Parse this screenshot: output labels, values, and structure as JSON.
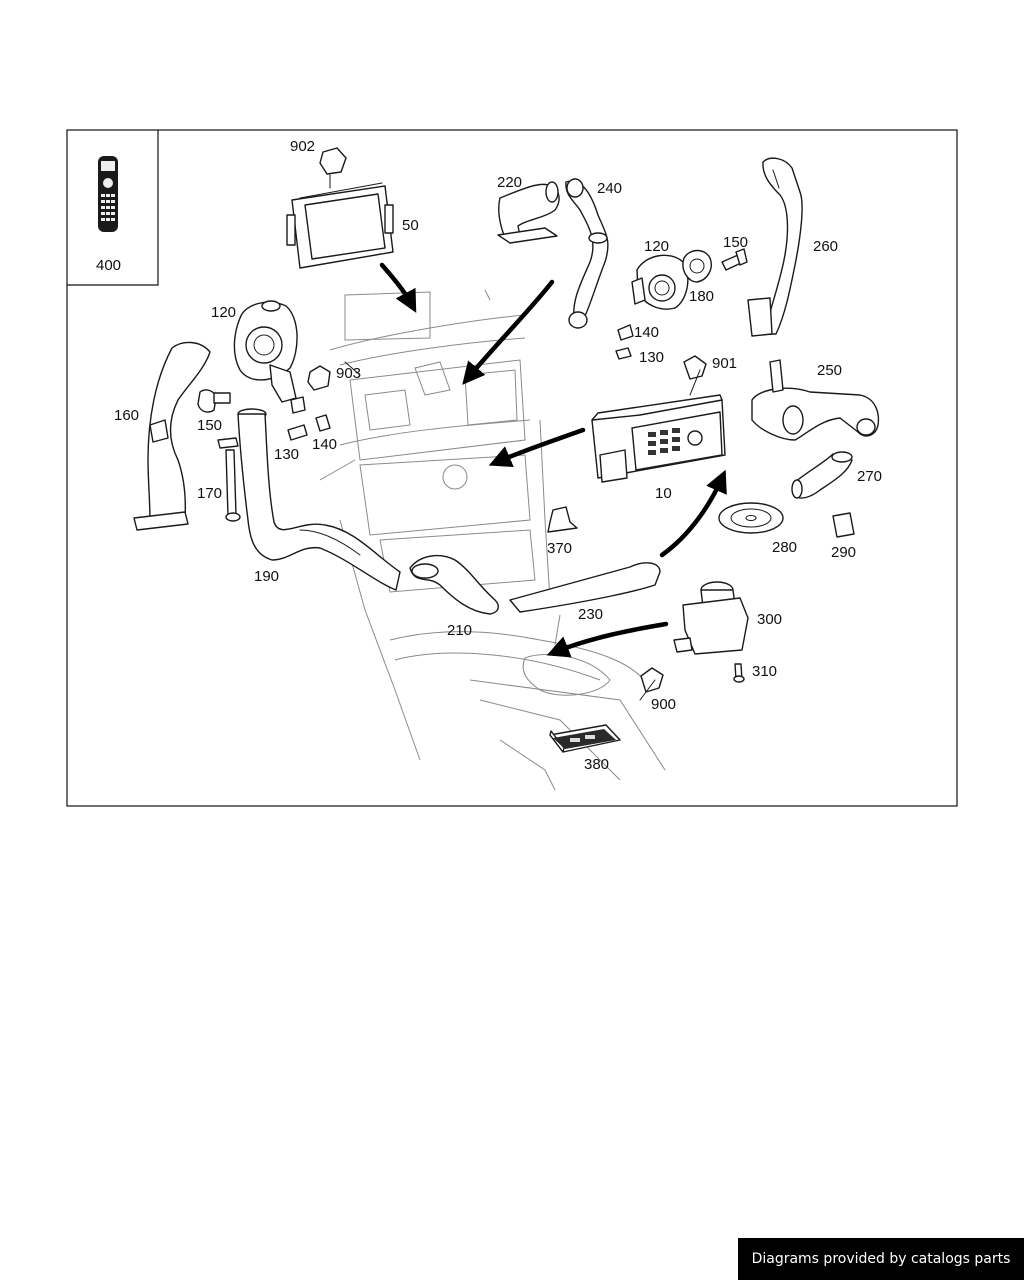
{
  "diagram": {
    "inset_callout": "400",
    "callouts": [
      "902",
      "50",
      "220",
      "240",
      "120",
      "150",
      "260",
      "180",
      "140",
      "130",
      "901",
      "250",
      "903",
      "160",
      "170",
      "190",
      "10",
      "270",
      "280",
      "290",
      "370",
      "210",
      "230",
      "300",
      "310",
      "900",
      "380"
    ],
    "inset_color": "#111111",
    "line_color": "#1a1a1a"
  },
  "footer": {
    "credit": "Diagrams provided by catalogs parts"
  }
}
